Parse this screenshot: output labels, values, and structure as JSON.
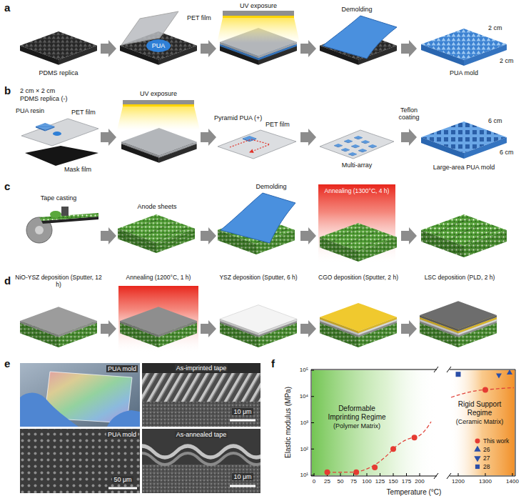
{
  "diagram": {
    "labels": [
      "a",
      "UV exposure",
      "Demolding",
      "PET film",
      "PUA",
      "PDMS replica",
      "2 cm",
      "2 cm",
      "PUA mold",
      "b",
      "2 cm × 2 cm",
      "PDMS replica (-)",
      "PUA resin",
      "PET film",
      "Mask film",
      "UV exposure",
      "Pyramid PUA (+)",
      "PET film",
      "Multi-array",
      "Teflon coating",
      "6 cm",
      "6 cm",
      "Large-area PUA mold",
      "c",
      "Tape casting",
      "Anode sheets",
      "Demolding",
      "Annealing (1300°C, 4 h)",
      "d",
      "NiO-YSZ deposition (Sputter, 12 h)",
      "Annealing (1200°C, 1 h)",
      "YSZ deposition (Sputter, 6 h)",
      "CGO deposition (Sputter, 2 h)",
      "LSC deposition (PLD, 2 h)",
      "e",
      "PUA mold",
      "As-imprinted tape",
      "10 μm",
      "PUA mold",
      "50 μm",
      "As-annealed tape",
      "10 μm",
      "f",
      "Elastic modulus (MPa)",
      "Temperature (°C)",
      "Deformable Imprinting Regime",
      "(Polymer Matrix)",
      "Rigid Support Regime",
      "(Ceramic Matrix)",
      "10¹",
      "10²",
      "10³",
      "10⁴",
      "10⁵",
      "0",
      "25",
      "50",
      "75",
      "100",
      "125",
      "150",
      "175",
      "200",
      "1200",
      "1300",
      "1400"
    ],
    "legend": [
      {
        "text": "This work"
      },
      {
        "text": "26"
      },
      {
        "text": "27"
      },
      {
        "text": "28"
      }
    ]
  }
}
